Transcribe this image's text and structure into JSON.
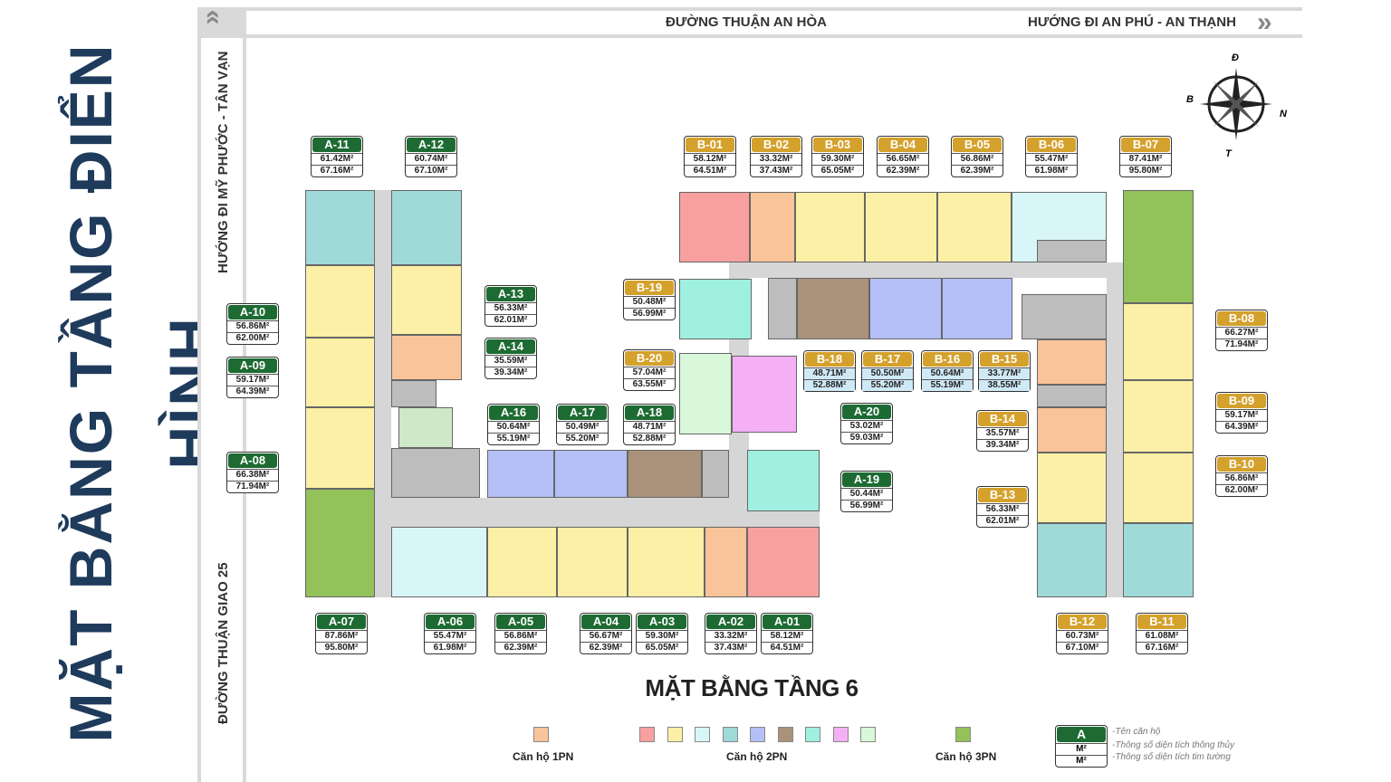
{
  "title": "MẶT BẰNG TẦNG ĐIỂN HÌNH",
  "floor_title": "MẶT BẰNG TẦNG 6",
  "roads": {
    "top": "ĐƯỜNG THUẬN AN HÒA",
    "top_right": "HƯỚNG ĐI AN PHÚ - AN THẠNH",
    "left_top": "HƯỚNG ĐI MỸ PHƯỚC - TÂN VẠN",
    "left_bottom": "ĐƯỜNG THUẬN GIAO 25"
  },
  "compass": {
    "n": "Đ",
    "e": "N",
    "w": "B",
    "s": "T"
  },
  "units": [
    {
      "name": "A-11",
      "net": "61.42M²",
      "gross": "67.16M²"
    },
    {
      "name": "A-12",
      "net": "60.74M²",
      "gross": "67.10M²"
    },
    {
      "name": "A-13",
      "net": "56.33M²",
      "gross": "62.01M²"
    },
    {
      "name": "A-14",
      "net": "35.59M²",
      "gross": "39.34M²"
    },
    {
      "name": "A-10",
      "net": "56.86M²",
      "gross": "62.00M²"
    },
    {
      "name": "A-09",
      "net": "59.17M²",
      "gross": "64.39M²"
    },
    {
      "name": "A-08",
      "net": "66.38M²",
      "gross": "71.94M²"
    },
    {
      "name": "A-16",
      "net": "50.64M²",
      "gross": "55.19M²"
    },
    {
      "name": "A-17",
      "net": "50.49M²",
      "gross": "55.20M²"
    },
    {
      "name": "A-18",
      "net": "48.71M²",
      "gross": "52.88M²"
    },
    {
      "name": "A-20",
      "net": "53.02M²",
      "gross": "59.03M²"
    },
    {
      "name": "A-19",
      "net": "50.44M²",
      "gross": "56.99M²"
    },
    {
      "name": "A-07",
      "net": "87.86M²",
      "gross": "95.80M²"
    },
    {
      "name": "A-06",
      "net": "55.47M²",
      "gross": "61.98M²"
    },
    {
      "name": "A-05",
      "net": "56.86M²",
      "gross": "62.39M²"
    },
    {
      "name": "A-04",
      "net": "56.67M²",
      "gross": "62.39M²"
    },
    {
      "name": "A-03",
      "net": "59.30M²",
      "gross": "65.05M²"
    },
    {
      "name": "A-02",
      "net": "33.32M²",
      "gross": "37.43M²"
    },
    {
      "name": "A-01",
      "net": "58.12M²",
      "gross": "64.51M²"
    },
    {
      "name": "B-01",
      "net": "58.12M²",
      "gross": "64.51M²"
    },
    {
      "name": "B-02",
      "net": "33.32M²",
      "gross": "37.43M²"
    },
    {
      "name": "B-03",
      "net": "59.30M²",
      "gross": "65.05M²"
    },
    {
      "name": "B-04",
      "net": "56.65M²",
      "gross": "62.39M²"
    },
    {
      "name": "B-05",
      "net": "56.86M²",
      "gross": "62.39M²"
    },
    {
      "name": "B-06",
      "net": "55.47M²",
      "gross": "61.98M²"
    },
    {
      "name": "B-07",
      "net": "87.41M²",
      "gross": "95.80M²"
    },
    {
      "name": "B-19",
      "net": "50.48M²",
      "gross": "56.99M²"
    },
    {
      "name": "B-20",
      "net": "57.04M²",
      "gross": "63.55M²"
    },
    {
      "name": "B-18",
      "net": "48.71M²",
      "gross": "52.88M²"
    },
    {
      "name": "B-17",
      "net": "50.50M²",
      "gross": "55.20M²"
    },
    {
      "name": "B-16",
      "net": "50.64M²",
      "gross": "55.19M²"
    },
    {
      "name": "B-15",
      "net": "33.77M²",
      "gross": "38.55M²"
    },
    {
      "name": "B-08",
      "net": "66.27M²",
      "gross": "71.94M²"
    },
    {
      "name": "B-14",
      "net": "35.57M²",
      "gross": "39.34M²"
    },
    {
      "name": "B-09",
      "net": "59.17M²",
      "gross": "64.39M²"
    },
    {
      "name": "B-10",
      "net": "56.86M²",
      "gross": "62.00M²"
    },
    {
      "name": "B-13",
      "net": "56.33M²",
      "gross": "62.01M²"
    },
    {
      "name": "B-12",
      "net": "60.73M²",
      "gross": "67.10M²"
    },
    {
      "name": "B-11",
      "net": "61.08M²",
      "gross": "67.16M²"
    }
  ],
  "legend": {
    "one_bed": {
      "label": "Căn hộ 1PN",
      "colors": [
        "#f9c49a"
      ]
    },
    "two_bed": {
      "label": "Căn hộ 2PN",
      "colors": [
        "#f8a0a0",
        "#fbf0a5",
        "#d8f6f8",
        "#9fd9d8",
        "#b3bff5",
        "#a99279",
        "#9ff0e0",
        "#f5b0f5",
        "#d9f7d9"
      ]
    },
    "three_bed": {
      "label": "Căn hộ 3PN",
      "colors": [
        "#93c15a"
      ]
    },
    "key": {
      "name": "A",
      "m1": "M²",
      "m2": "M²",
      "desc_name": "-Tên căn hộ",
      "desc_net": "-Thông số diện tích thông thủy",
      "desc_gross": "-Thông số diện tích tim tường"
    }
  },
  "colors": {
    "label_a": "#1d6b32",
    "label_b": "#d4a12c",
    "title": "#1f3b5b"
  }
}
